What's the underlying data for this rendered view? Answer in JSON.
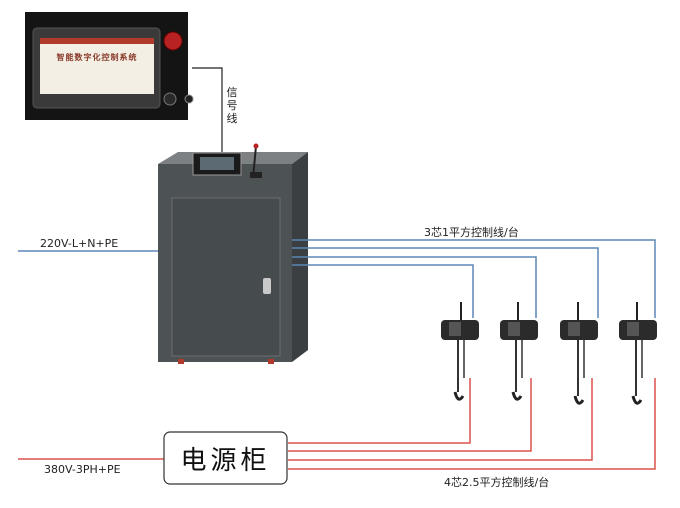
{
  "hmi_panel": {
    "screen_title": "智能数字化控制系统"
  },
  "labels": {
    "signal_line": "信号线",
    "single_phase_supply": "220V-L+N+PE",
    "three_phase_supply": "380V-3PH+PE",
    "control_cable_top": "3芯1平方控制线/台",
    "control_cable_bottom": "4芯2.5平方控制线/台",
    "power_cabinet": "电源柜"
  },
  "colors": {
    "control_wire": "#5b86b5",
    "power_wire": "#d9534a",
    "signal_wire": "#222222",
    "cabinet_body": "#4a4f52",
    "hoist_body": "#2b2b2b"
  }
}
